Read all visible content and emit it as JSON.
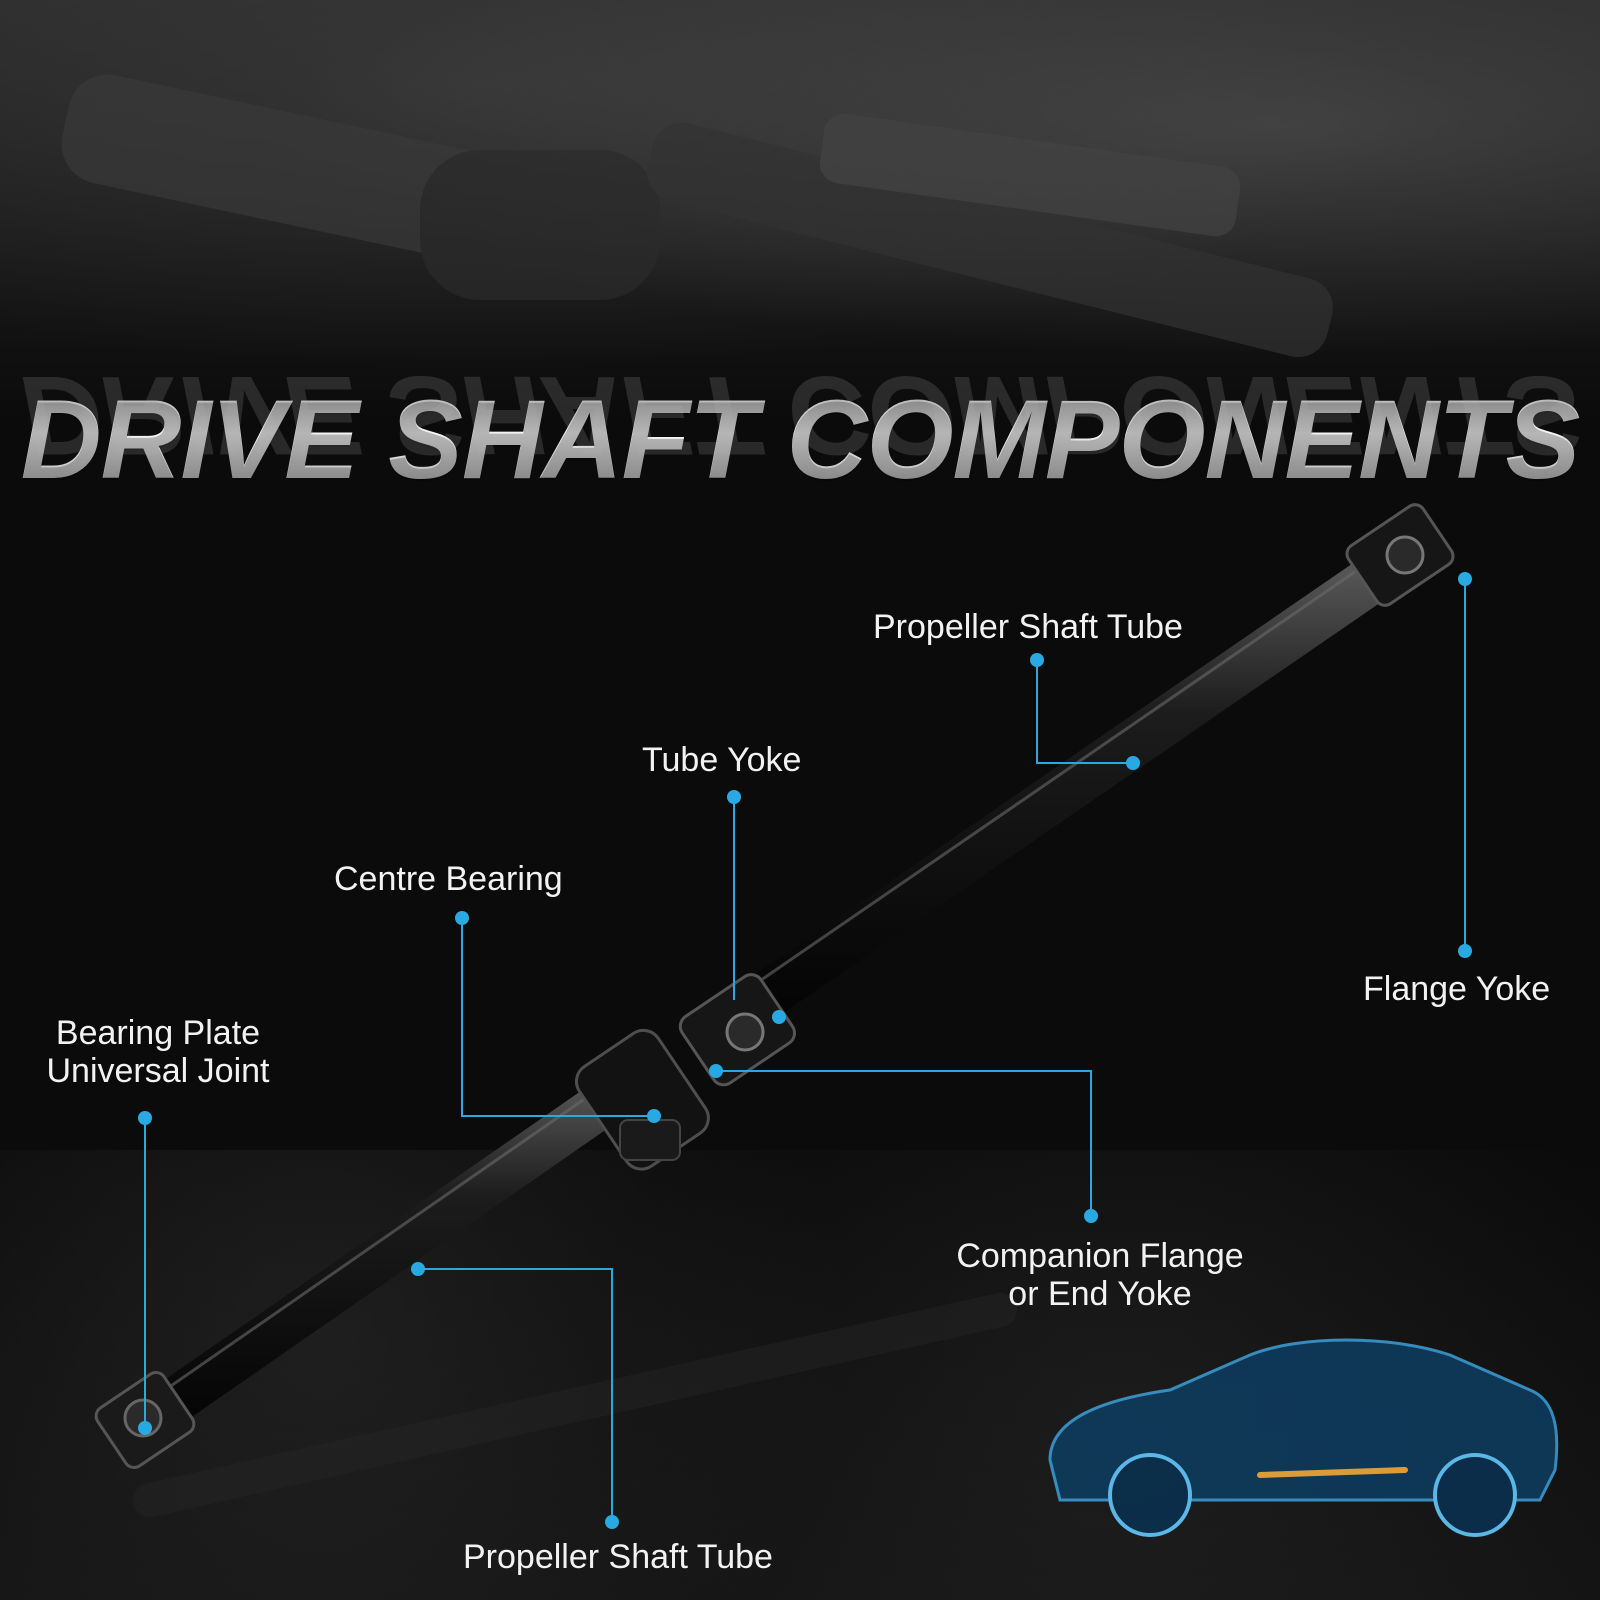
{
  "headline": "DRIVE SHAFT COMPONENTS",
  "accent_color": "#29a9e1",
  "labels": {
    "propeller_shaft_tube_top": "Propeller Shaft Tube",
    "tube_yoke": "Tube Yoke",
    "centre_bearing": "Centre Bearing",
    "flange_yoke": "Flange Yoke",
    "bearing_plate_line1": "Bearing Plate",
    "bearing_plate_line2": "Universal Joint",
    "companion_flange_line1": "Companion Flange",
    "companion_flange_line2": "or End Yoke",
    "propeller_shaft_tube_bottom": "Propeller Shaft Tube"
  }
}
